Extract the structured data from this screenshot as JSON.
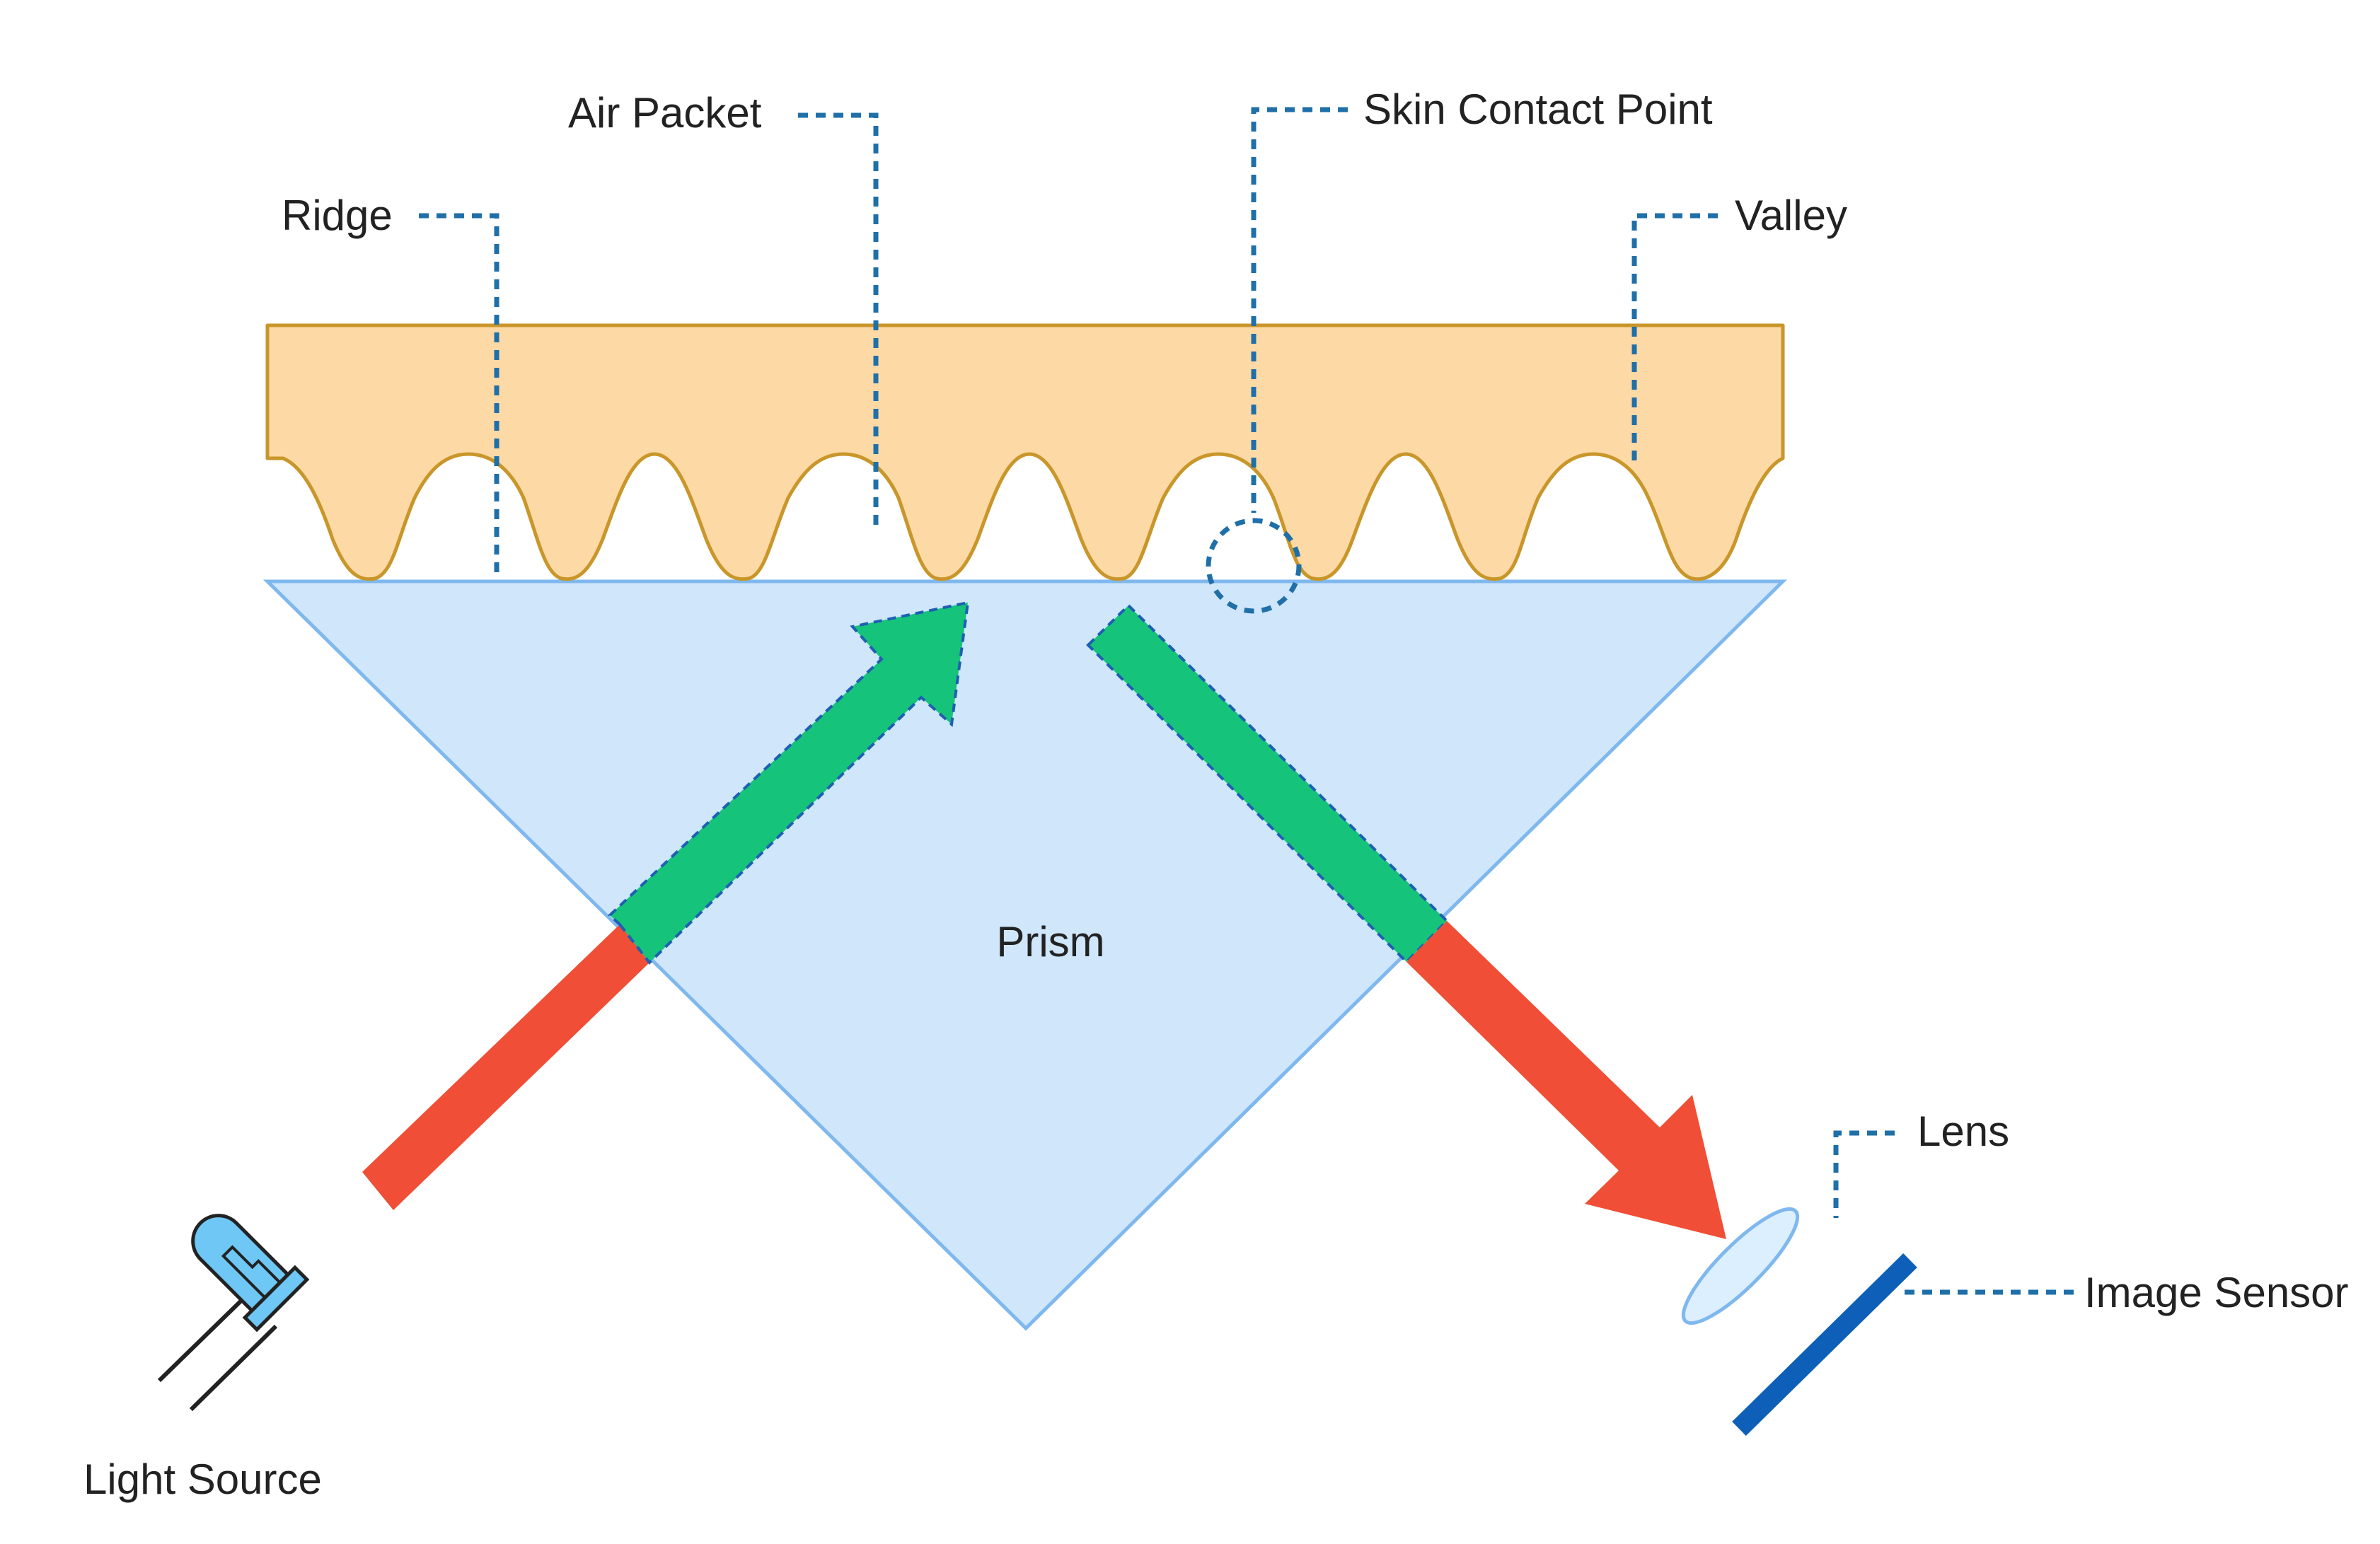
{
  "labels": {
    "ridge": "Ridge",
    "air_packet": "Air Packet",
    "skin_contact_point": "Skin Contact Point",
    "valley": "Valley",
    "prism": "Prism",
    "light_source": "Light Source",
    "lens": "Lens",
    "image_sensor": "Image Sensor"
  },
  "colors": {
    "skin_fill": "#fdd9a6",
    "skin_outline": "#c9962a",
    "prism_fill": "#cfe6fb",
    "prism_edge": "#7fb8ee",
    "light_in": "#f04e36",
    "light_in_prism": "#15c47a",
    "leader_lines": "#1f6fa8",
    "led_body": "#6ec7f5",
    "lens_fill": "#dcefff",
    "sensor": "#0d5fb8"
  }
}
